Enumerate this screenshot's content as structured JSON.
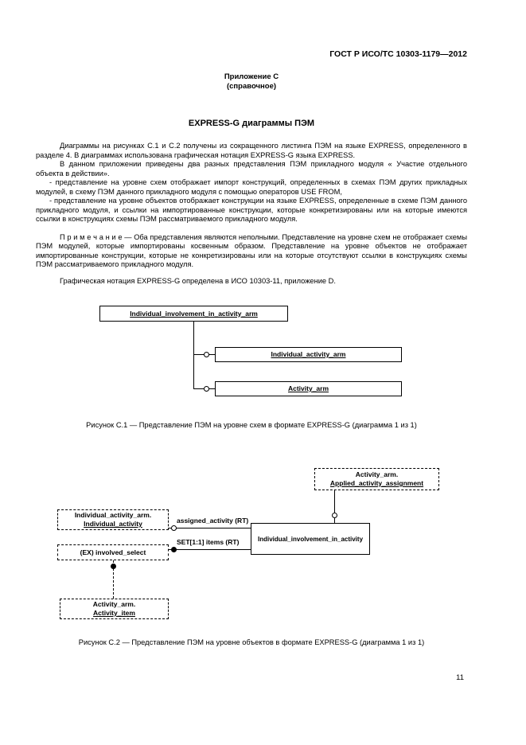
{
  "header": {
    "doc_number": "ГОСТ Р ИСО/ТС 10303-1179—2012"
  },
  "annex": {
    "label": "Приложение С",
    "kind": "(справочное)",
    "title": "EXPRESS-G диаграммы ПЭМ"
  },
  "paragraphs": [
    "Диаграммы на рисунках С.1 и С.2 получены из сокращенного листинга ПЭМ на языке EXPRESS, определенного в разделе 4. В диаграммах использована графическая нотация EXPRESS-G языка EXPRESS.",
    "В данном приложении приведены два разных представления ПЭМ прикладного модуля « Участие отдельного объекта в действии».",
    "- представление на уровне схем отображает импорт конструкций, определенных в схемах ПЭМ других прикладных модулей, в схему ПЭМ данного прикладного модуля с помощью операторов USE FROM,",
    "- представление на уровне объектов отображает конструкции на языке EXPRESS, определенные в схеме ПЭМ данного прикладного модуля, и ссылки на импортированные конструкции, которые конкретизированы или на которые имеются ссылки в конструкциях схемы ПЭМ рассматриваемого прикладного модуля.",
    "П р и м е ч а н и е — Оба представления являются неполными. Представление на уровне схем не отображает схемы ПЭМ модулей, которые импортированы косвенным образом. Представление на уровне объектов не отображает импортированные конструкции, которые не конкретизированы или на которые отсутствуют ссылки в конструкциях схемы ПЭМ рассматриваемого прикладного модуля.",
    "Графическая нотация EXPRESS-G определена в ИСО 10303-11, приложение D."
  ],
  "figure_c1": {
    "schema_main": "Individual_involvement_in_activity_arm",
    "schema_ref1": "Individual_activity_arm",
    "schema_ref2": "Activity_arm",
    "caption": "Рисунок С.1 — Представление ПЭМ на уровне схем в формате EXPRESS-G (диаграмма 1 из 1)"
  },
  "figure_c2": {
    "applied_box_line1": "Activity_arm.",
    "applied_box_line2": "Applied_activity_assignment",
    "individual_activity_box_line1": "Individual_activity_arm.",
    "individual_activity_box_line2": "Individual_activity",
    "main_entity": "Individual_involvement_in_activity",
    "select_type": "(EX) involved_select",
    "activity_item_box_line1": "Activity_arm.",
    "activity_item_box_line2": "Activity_item",
    "label_assigned_activity": "assigned_activity (RT)",
    "label_items": "SET[1:1] items (RT)",
    "caption": "Рисунок С.2 — Представление ПЭМ на уровне объектов в формате EXPRESS-G (диаграмма 1 из 1)"
  },
  "footer": {
    "page_number": "11"
  }
}
